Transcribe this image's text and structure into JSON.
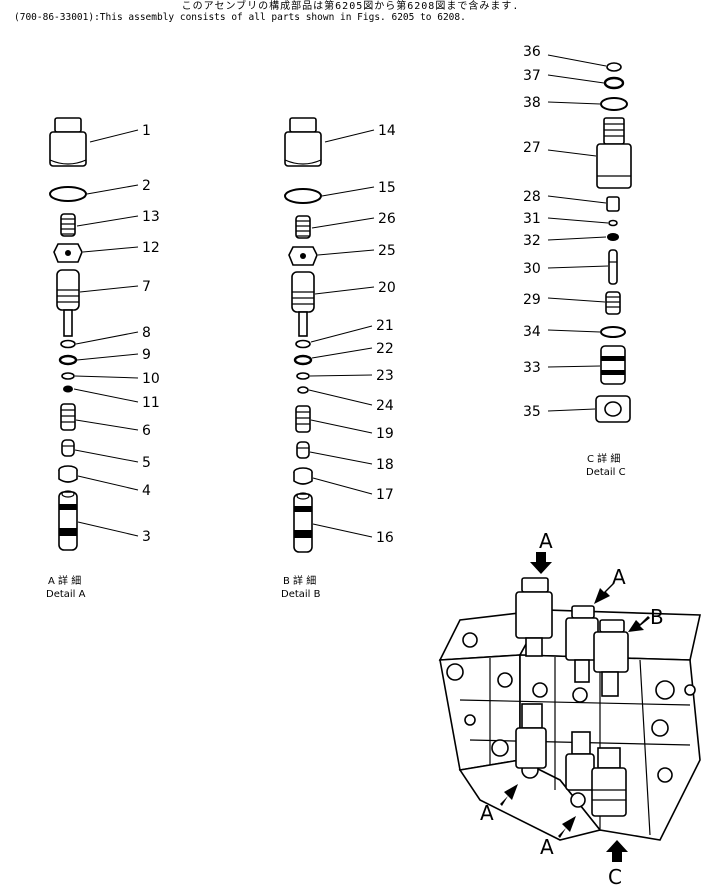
{
  "header": {
    "jp_line": "このアセンブリの構成部品は第6205図から第6208図まで含みます.",
    "en_line": "(700-86-33001):This assembly consists of all parts shown in Figs. 6205 to 6208."
  },
  "detail_a": {
    "caption_jp": "A 詳 細",
    "caption_en": "Detail A",
    "labels": [
      "1",
      "2",
      "13",
      "12",
      "7",
      "8",
      "9",
      "10",
      "11",
      "6",
      "5",
      "4",
      "3"
    ]
  },
  "detail_b": {
    "caption_jp": "B 詳 細",
    "caption_en": "Detail B",
    "labels": [
      "14",
      "15",
      "26",
      "25",
      "20",
      "21",
      "22",
      "23",
      "24",
      "19",
      "18",
      "17",
      "16"
    ]
  },
  "detail_c": {
    "caption_jp": "C 詳 細",
    "caption_en": "Detail C",
    "labels": [
      "36",
      "37",
      "38",
      "27",
      "28",
      "31",
      "32",
      "30",
      "29",
      "34",
      "33",
      "35"
    ]
  },
  "assembly": {
    "callouts": [
      "A",
      "A",
      "B",
      "A",
      "A",
      "C"
    ]
  }
}
